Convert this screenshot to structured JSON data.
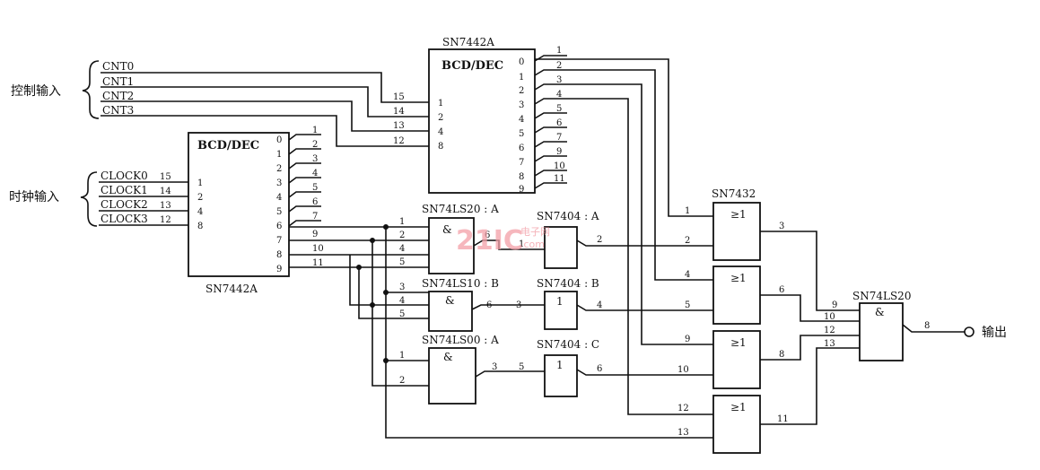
{
  "groups": {
    "control": "控制输入",
    "clock": "时钟输入",
    "output": "输出"
  },
  "signals": {
    "cnt": [
      "CNT0",
      "CNT1",
      "CNT2",
      "CNT3"
    ],
    "clock": [
      "CLOCK0",
      "CLOCK1",
      "CLOCK2",
      "CLOCK3"
    ]
  },
  "chips": {
    "dec_top_name": "SN7442A",
    "dec_top_func": "BCD/DEC",
    "dec_left_name": "SN7442A",
    "dec_left_func": "BCD/DEC",
    "nand4_a": "SN74LS20 : A",
    "nand3_b": "SN74LS10 : B",
    "nand2_a": "SN74LS00 : A",
    "inv_a": "SN7404 : A",
    "inv_b": "SN7404 : B",
    "inv_c": "SN7404 : C",
    "or_chip": "SN7432",
    "nand4_out": "SN74LS20"
  },
  "gate_symbols": {
    "and": "&",
    "or": "≥1",
    "inv": "1"
  },
  "watermark": {
    "main": "21IC",
    "sub": "电子网",
    "sub2": ".com"
  }
}
